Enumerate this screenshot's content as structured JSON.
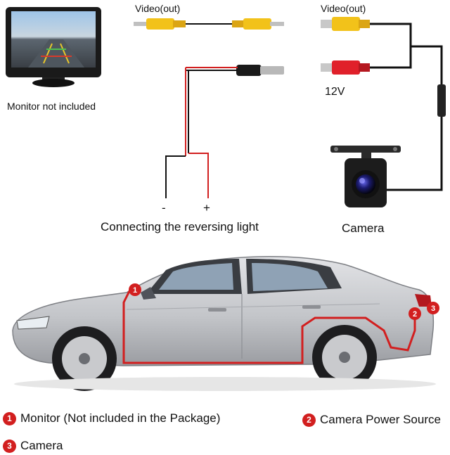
{
  "top": {
    "video_out_left": "Video(out)",
    "video_out_right": "Video(out)",
    "power_label": "12V",
    "monitor_caption": "Monitor not included",
    "minus": "-",
    "plus": "+",
    "reversing_caption": "Connecting the reversing light",
    "camera_caption": "Camera"
  },
  "car_markers": [
    {
      "num": "1"
    },
    {
      "num": "2"
    },
    {
      "num": "3"
    }
  ],
  "legend": [
    {
      "num": "1",
      "text": "Monitor (Not included in the Package)"
    },
    {
      "num": "2",
      "text": "Camera Power Source"
    },
    {
      "num": "3",
      "text": "Camera"
    }
  ],
  "colors": {
    "wire_red": "#d21f1f",
    "rca_yellow": "#f2c21a",
    "rca_red": "#e0202a",
    "car_body": "#c8c9cc"
  }
}
